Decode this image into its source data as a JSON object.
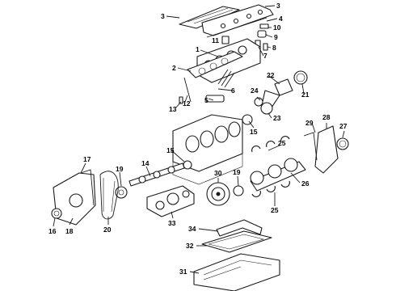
{
  "diagram": {
    "callouts": {
      "c1": "1",
      "c2": "2",
      "c3a": "3",
      "c3b": "3",
      "c4": "4",
      "c5": "5",
      "c6": "6",
      "c7": "7",
      "c8": "8",
      "c9": "9",
      "c10": "10",
      "c11": "11",
      "c12": "12",
      "c13": "13",
      "c14": "14",
      "c15a": "15",
      "c15b": "15",
      "c16": "16",
      "c17": "17",
      "c18": "18",
      "c19a": "19",
      "c19b": "19",
      "c20": "20",
      "c21": "21",
      "c22": "22",
      "c23": "23",
      "c24": "24",
      "c25a": "25",
      "c25b": "25",
      "c26": "26",
      "c27": "27",
      "c28": "28",
      "c29": "29",
      "c30": "30",
      "c31": "31",
      "c32": "32",
      "c33": "33",
      "c34": "34"
    }
  }
}
